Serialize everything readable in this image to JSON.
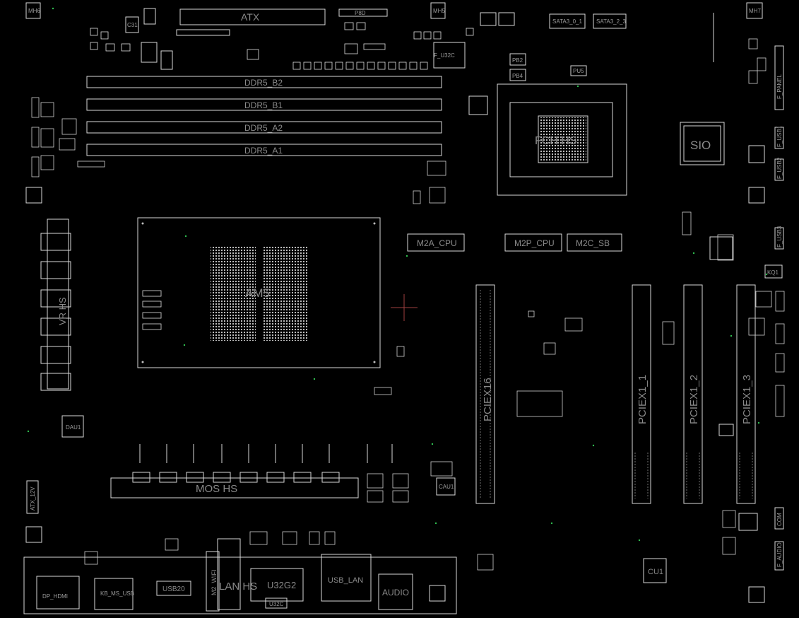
{
  "labels": {
    "atx": "ATX",
    "p8d": "P8D",
    "ddr_b2": "DDR5_B2",
    "ddr_b1": "DDR5_B1",
    "ddr_a2": "DDR5_A2",
    "ddr_a1": "DDR5_A1",
    "sio": "SIO",
    "fch": "FCH HS",
    "am5": "AM5",
    "m2a": "M2A_CPU",
    "m2p": "M2P_CPU",
    "m2c": "M2C_SB",
    "pciex16": "PCIEX16",
    "pciex1_1": "PCIEX1_1",
    "pciex1_2": "PCIEX1_2",
    "pciex1_3": "PCIEX1_3",
    "mos_hs": "MOS HS",
    "vr_hs": "VR HS",
    "lan_hs": "LAN HS",
    "usb20": "USB20",
    "usb_lan": "USB_LAN",
    "u32g2": "U32G2",
    "audio": "AUDIO",
    "dp_hdmi": "DP_HDMI",
    "kb_ms_usb": "KB_MS_USB",
    "m2_wifi": "M2_WIFI",
    "u32c": "U32C",
    "atx_12v": "ATX_12V",
    "cu1": "CU1",
    "f_u32c": "F_U32C",
    "sata_1": "SATA3_0_1",
    "sata_2": "SATA3_2_3",
    "pb2": "PB2",
    "pb4": "PB4",
    "pu5": "PU5",
    "c31": "C31",
    "kq1": "KQ1",
    "f_panel": "F_PANEL",
    "f_usb1": "F_USB1",
    "f_usb2": "F_USB2",
    "f_usb3": "F_USB3",
    "com": "COM",
    "f_audio": "F_AUDIO",
    "dau1": "DAU1",
    "cau1": "CAU1"
  },
  "colors": {
    "background": "#000000",
    "silkscreen": "#d8d8d8",
    "label": "#8a8a8a",
    "marker": "#2fbf4f",
    "cursor": "#a04040"
  }
}
